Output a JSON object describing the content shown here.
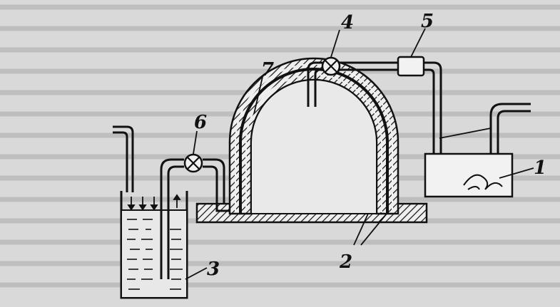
{
  "diagram": {
    "labels": {
      "part_1": "1",
      "part_2": "2",
      "part_3": "3",
      "part_4": "4",
      "part_5": "5",
      "part_6": "6",
      "part_7": "7"
    }
  },
  "colors": {
    "background": "#d9d9d9",
    "ink": "#111111",
    "fill_light": "#f2f2f2",
    "text_faint": "#9a9a9a"
  }
}
